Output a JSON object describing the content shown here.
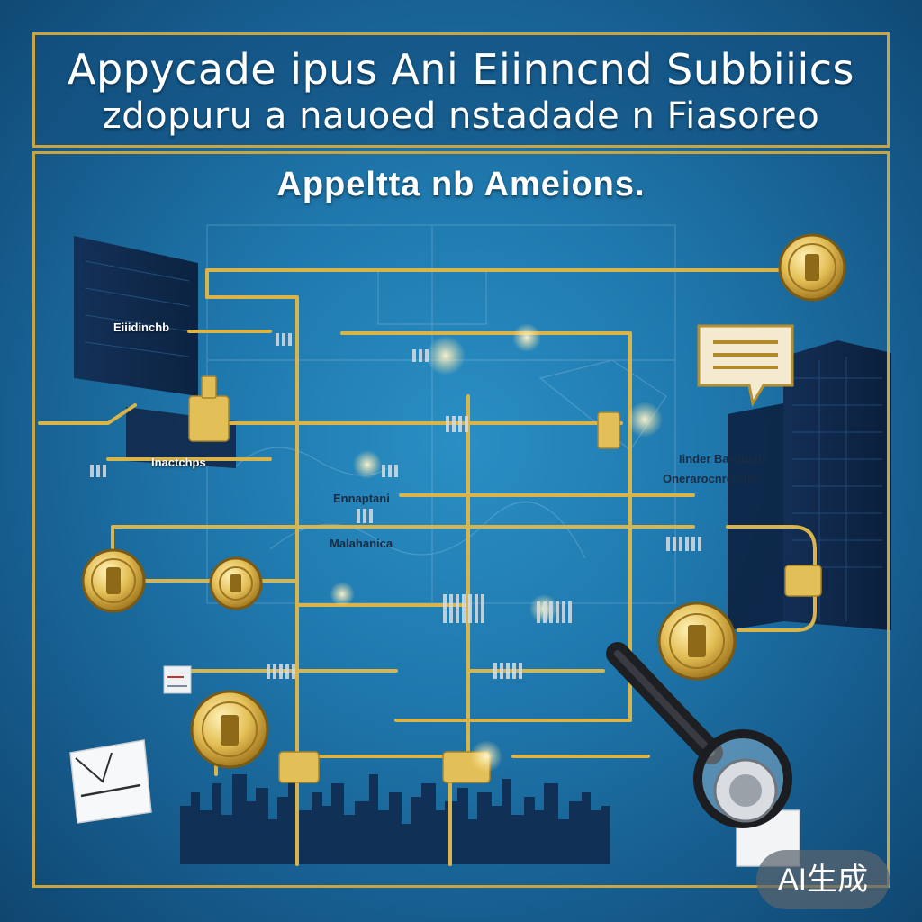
{
  "title": {
    "line1": "Appycade ipus Ani Eiinncnd Subbiiics",
    "line2": "zdopuru a nauoed nstadade n Fiasoreo",
    "subtitle": "Appeltta nb Ameions."
  },
  "labels": {
    "eiiidinchb": "Eiiidinchb",
    "inactchps": "Inactchps",
    "ibinder_bardtual": "Iinder Bardtual",
    "oneraroconreions": "Onerarocnreions",
    "ennaptani": "Ennaptani",
    "malahanica": "Malahanica"
  },
  "badge": {
    "text": "AI生成"
  },
  "colors": {
    "background": "#1f78ad",
    "gold": "#c9a443",
    "gold_light": "#e6c35a",
    "navy": "#0f2a4f"
  },
  "icons": [
    "coin-icon",
    "document-icon",
    "magnifier-icon",
    "envelope-icon",
    "server-building-icon",
    "skyline-icon"
  ]
}
